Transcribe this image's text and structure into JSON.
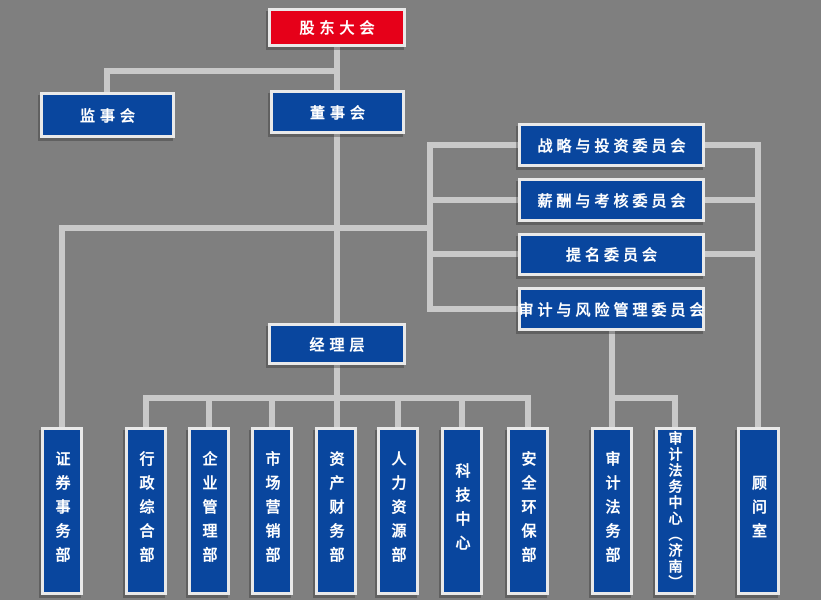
{
  "colors": {
    "background": "#7f7f7f",
    "box_blue": "#09469e",
    "box_red": "#e60019",
    "line": "#c9c9c9",
    "border": "#e9e9e9",
    "text": "#ffffff"
  },
  "nodes": {
    "shareholders_meeting": "股东大会",
    "supervisory_board": "监事会",
    "board_of_directors": "董事会",
    "management": "经理层"
  },
  "committees": [
    "战略与投资委员会",
    "薪酬与考核委员会",
    "提名委员会",
    "审计与风险管理委员会"
  ],
  "departments": [
    "证券事务部",
    "行政综合部",
    "企业管理部",
    "市场营销部",
    "资产财务部",
    "人力资源部",
    "科技中心",
    "安全环保部",
    "审计法务部",
    "审计法务中心（济南）",
    "顾问室"
  ]
}
